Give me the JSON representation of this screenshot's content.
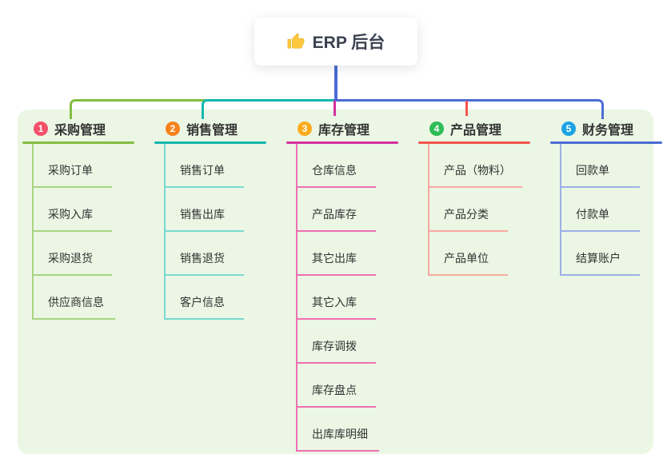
{
  "root": {
    "title": "ERP 后台",
    "icon": "thumbs-up",
    "line_color": "#4a6bd5"
  },
  "colors": {
    "panel_bg": "#ebf6e4",
    "canvas_bg": "#ffffff",
    "text": "#333333"
  },
  "branches": [
    {
      "badge": "1",
      "label": "采购管理",
      "badge_color": "#f4506b",
      "line_color": "#82be41",
      "child_line_color": "#a9d480",
      "children": [
        "采购订单",
        "采购入库",
        "采购退货",
        "供应商信息"
      ]
    },
    {
      "badge": "2",
      "label": "销售管理",
      "badge_color": "#f8821b",
      "line_color": "#12b7ae",
      "child_line_color": "#79d9ce",
      "children": [
        "销售订单",
        "销售出库",
        "销售退货",
        "客户信息"
      ]
    },
    {
      "badge": "3",
      "label": "库存管理",
      "badge_color": "#fbac1c",
      "line_color": "#d3309e",
      "child_line_color": "#ef6fb2",
      "children": [
        "仓库信息",
        "产品库存",
        "其它出库",
        "其它入库",
        "库存调拨",
        "库存盘点",
        "出库库明细"
      ]
    },
    {
      "badge": "4",
      "label": "产品管理",
      "badge_color": "#2ebd57",
      "line_color": "#f2544d",
      "child_line_color": "#f9a8a2",
      "children": [
        "产品（物料）",
        "产品分类",
        "产品单位"
      ]
    },
    {
      "badge": "5",
      "label": "财务管理",
      "badge_color": "#1ba2e4",
      "line_color": "#4a6bd5",
      "child_line_color": "#9dafe8",
      "children": [
        "回款单",
        "付款单",
        "结算账户"
      ]
    }
  ]
}
